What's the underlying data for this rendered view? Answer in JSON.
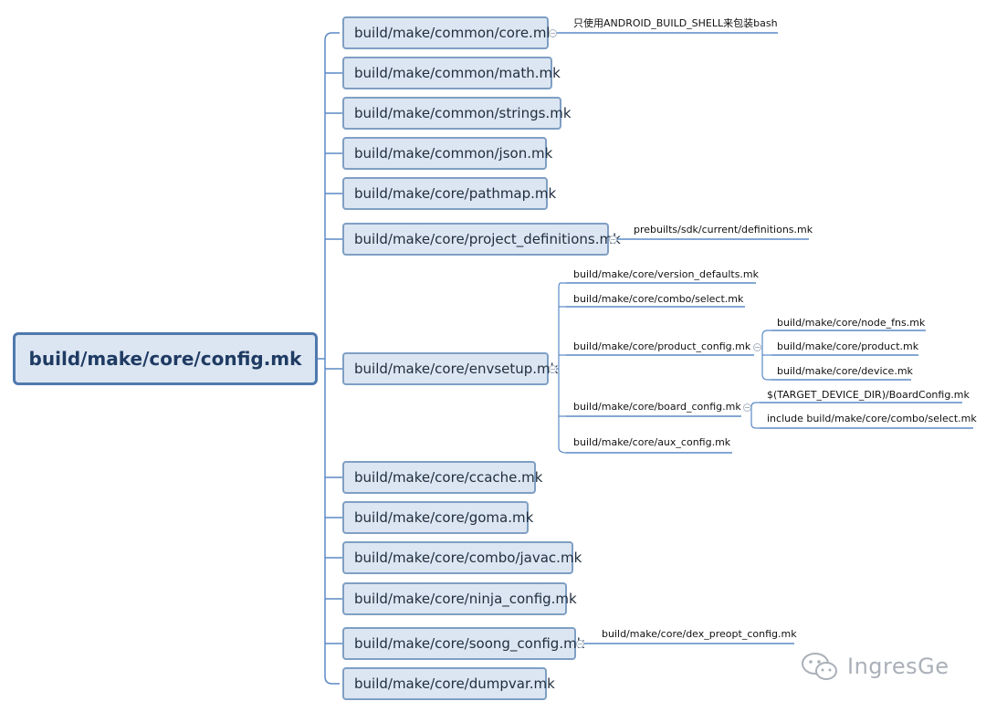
{
  "root": {
    "label": "build/make/core/config.mk"
  },
  "topics": [
    {
      "label": "build/make/common/core.mk",
      "children": [
        "只使用ANDROID_BUILD_SHELL来包装bash"
      ]
    },
    {
      "label": "build/make/common/math.mk"
    },
    {
      "label": "build/make/common/strings.mk"
    },
    {
      "label": "build/make/common/json.mk"
    },
    {
      "label": "build/make/core/pathmap.mk"
    },
    {
      "label": "build/make/core/project_definitions.mk",
      "children": [
        "prebuilts/sdk/current/definitions.mk"
      ]
    },
    {
      "label": "build/make/core/envsetup.mk"
    },
    {
      "label": "build/make/core/ccache.mk"
    },
    {
      "label": "build/make/core/goma.mk"
    },
    {
      "label": "build/make/core/combo/javac.mk"
    },
    {
      "label": "build/make/core/ninja_config.mk"
    },
    {
      "label": "build/make/core/soong_config.mk",
      "children": [
        "build/make/core/dex_preopt_config.mk"
      ]
    },
    {
      "label": "build/make/core/dumpvar.mk"
    }
  ],
  "envsetup_children": [
    {
      "label": "build/make/core/version_defaults.mk"
    },
    {
      "label": "build/make/core/combo/select.mk"
    },
    {
      "label": "build/make/core/product_config.mk",
      "children": [
        "build/make/core/node_fns.mk",
        "build/make/core/product.mk",
        "build/make/core/device.mk"
      ]
    },
    {
      "label": "build/make/core/board_config.mk",
      "children": [
        "$(TARGET_DEVICE_DIR)/BoardConfig.mk",
        "include build/make/core/combo/select.mk"
      ]
    },
    {
      "label": "build/make/core/aux_config.mk"
    }
  ],
  "collapse_symbol": "−",
  "watermark": {
    "text": "IngresGe",
    "icon": "wechat-icon"
  },
  "colors": {
    "node_fill": "#dce6f2",
    "node_border": "#7f9fc4",
    "root_border": "#4f79ad",
    "line": "#5b8ac6"
  }
}
